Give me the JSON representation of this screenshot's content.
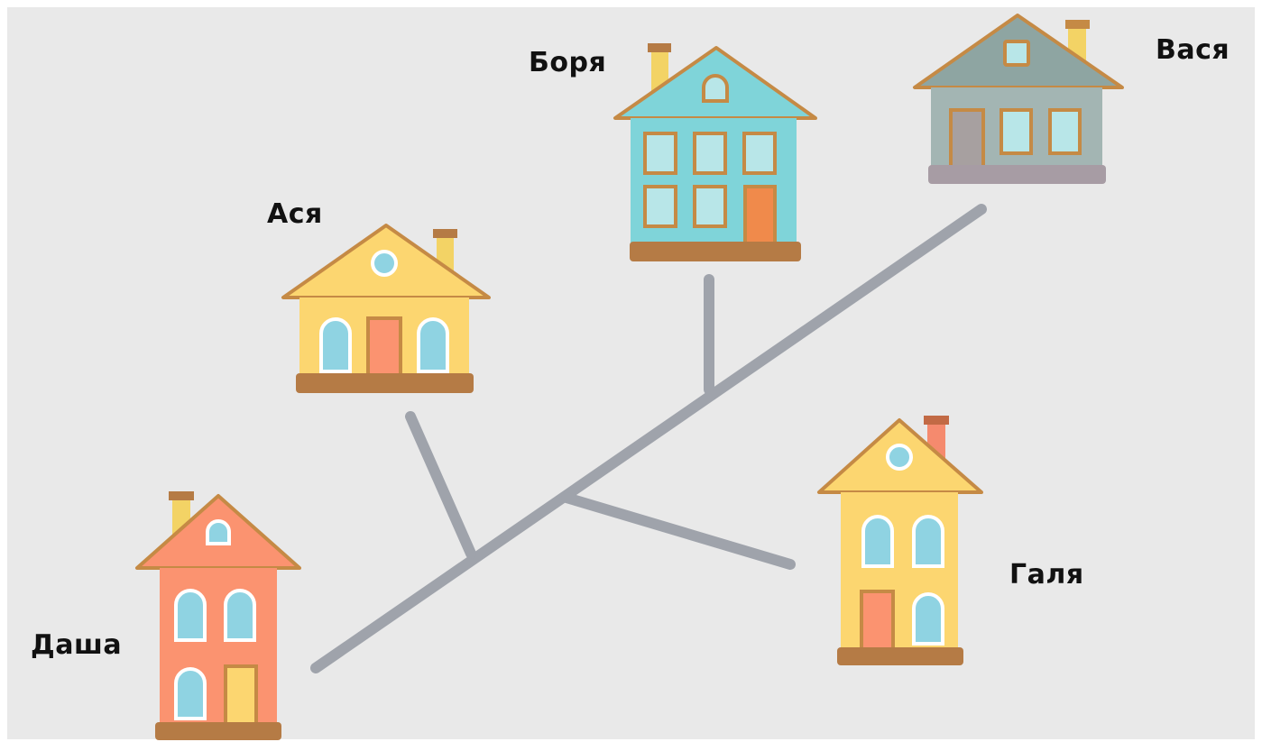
{
  "colors": {
    "background": "#e9e9e9",
    "road": "#9fa3ab",
    "outline": "#c58a45",
    "window": "#8fd3e2",
    "foundation": "#b57b45",
    "chimney": "#f3d365",
    "chimney_cap": "#b57b45"
  },
  "houses": [
    {
      "id": "asya",
      "name": "Ася",
      "icon": "house-icon"
    },
    {
      "id": "borya",
      "name": "Боря",
      "icon": "house-icon"
    },
    {
      "id": "vasya",
      "name": "Вася",
      "icon": "house-icon"
    },
    {
      "id": "dasha",
      "name": "Даша",
      "icon": "house-icon"
    },
    {
      "id": "galya",
      "name": "Галя",
      "icon": "house-icon"
    }
  ]
}
